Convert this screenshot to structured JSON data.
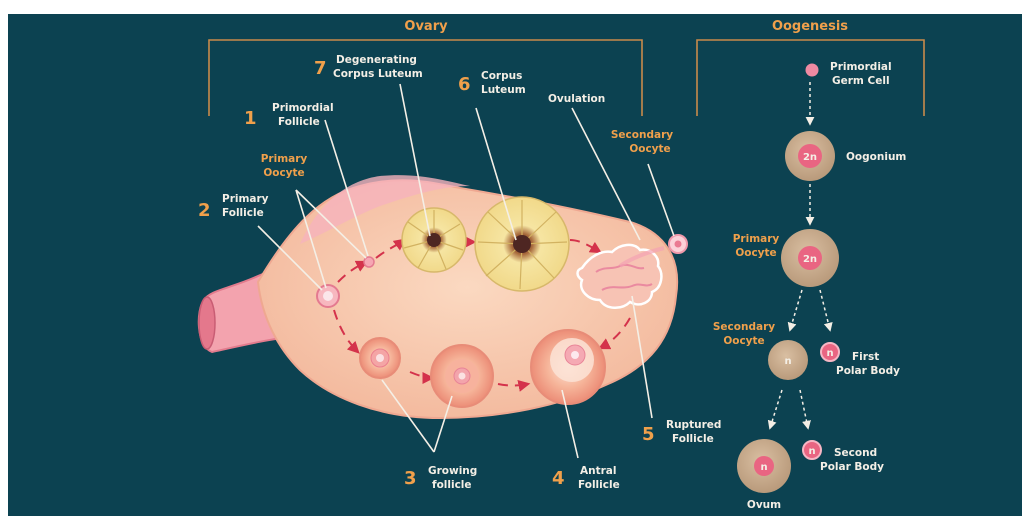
{
  "headings": {
    "ovary": "Ovary",
    "oogenesis": "Oogenesis"
  },
  "ovary_labels": {
    "primordial_follicle": {
      "num": "1",
      "lines": [
        "Primordial",
        "Follicle"
      ]
    },
    "primary_oocyte": {
      "lines": [
        "Primary",
        "Oocyte"
      ]
    },
    "primary_follicle": {
      "num": "2",
      "lines": [
        "Primary",
        "Follicle"
      ]
    },
    "growing_follicle": {
      "num": "3",
      "lines": [
        "Growing",
        "follicle"
      ]
    },
    "antral_follicle": {
      "num": "4",
      "lines": [
        "Antral",
        "Follicle"
      ]
    },
    "ruptured_follicle": {
      "num": "5",
      "lines": [
        "Ruptured",
        "Follicle"
      ]
    },
    "corpus_luteum": {
      "num": "6",
      "lines": [
        "Corpus",
        "Luteum"
      ]
    },
    "degenerating_corpus_luteum": {
      "num": "7",
      "lines": [
        "Degenerating",
        "Corpus Luteum"
      ]
    },
    "ovulation": {
      "lines": [
        "Ovulation"
      ]
    },
    "secondary_oocyte": {
      "lines": [
        "Secondary",
        "Oocyte"
      ]
    }
  },
  "oogenesis_labels": {
    "primordial_germ_cell": {
      "lines": [
        "Primordial",
        "Germ Cell"
      ]
    },
    "oogonium": {
      "lines": [
        "Oogonium"
      ],
      "ploidy": "2n"
    },
    "primary_oocyte": {
      "lines": [
        "Primary",
        "Oocyte"
      ],
      "ploidy": "2n"
    },
    "secondary_oocyte": {
      "lines": [
        "Secondary",
        "Oocyte"
      ],
      "ploidy": "n"
    },
    "first_polar_body": {
      "lines": [
        "First",
        "Polar Body"
      ],
      "ploidy": "n"
    },
    "second_polar_body": {
      "lines": [
        "Second",
        "Polar Body"
      ],
      "ploidy": "n"
    },
    "ovum": {
      "lines": [
        "Ovum"
      ],
      "ploidy": "n"
    }
  },
  "colors": {
    "background": "#0c4251",
    "accent_orange": "#f0a04b",
    "label_white": "#f4efe6",
    "ovary_tissue": "#f7cbb0",
    "corpus_luteum_yellow": "#f6e5a2",
    "cell_tan": "#c8ab8c",
    "cell_pink": "#e96582"
  }
}
